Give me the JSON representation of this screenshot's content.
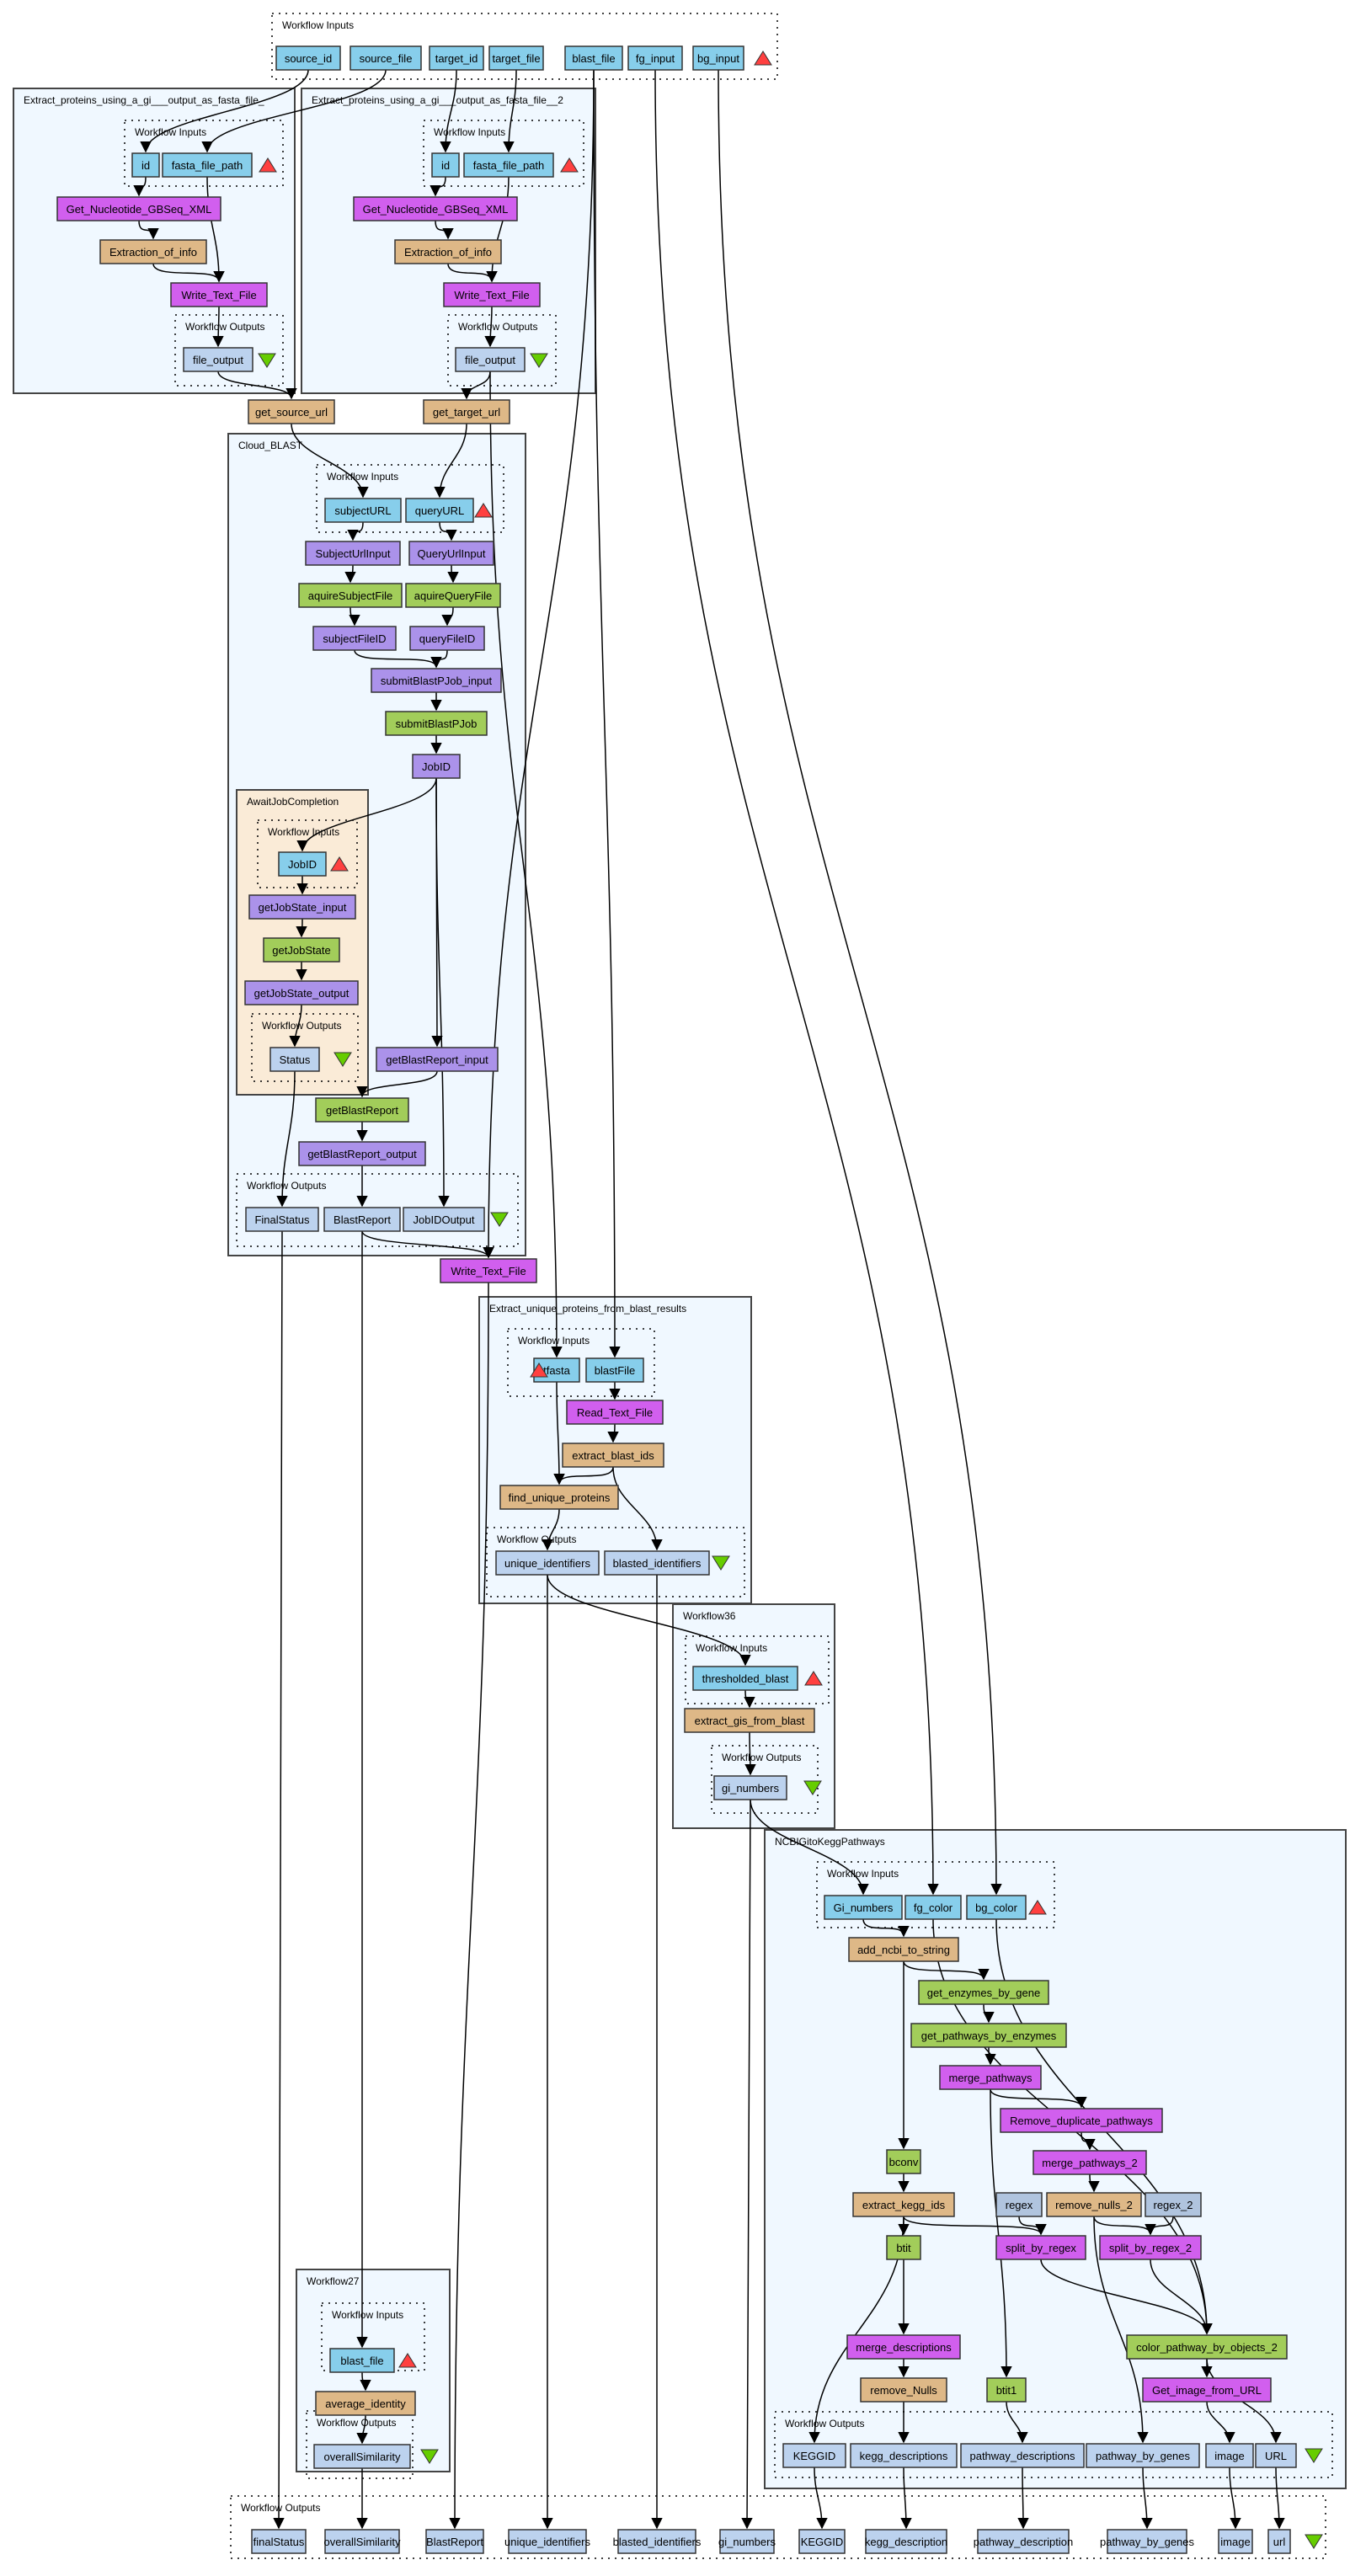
{
  "colors": {
    "input": "#87ceeb",
    "output": "#bcd2ee",
    "beanshell": "#deb887",
    "local": "#d15fee",
    "wsdl": "#a2cd5a",
    "xml": "#ab92ea",
    "constant": "#b0c4de",
    "cluster_bg": "#f0f8ff",
    "await_bg": "#faebd7",
    "input_triangle": "#ff4040",
    "output_triangle": "#66cd00"
  },
  "clusters": [
    {
      "id": "top_inputs",
      "label": "Workflow Inputs"
    },
    {
      "id": "ep1",
      "label": "Extract_proteins_using_a_gi___output_as_fasta_file_"
    },
    {
      "id": "ep1_in",
      "label": "Workflow Inputs"
    },
    {
      "id": "ep1_out",
      "label": "Workflow Outputs"
    },
    {
      "id": "ep2",
      "label": "Extract_proteins_using_a_gi___output_as_fasta_file__2"
    },
    {
      "id": "ep2_in",
      "label": "Workflow Inputs"
    },
    {
      "id": "ep2_out",
      "label": "Workflow Outputs"
    },
    {
      "id": "cb",
      "label": "Cloud_BLAST"
    },
    {
      "id": "cb_in",
      "label": "Workflow Inputs"
    },
    {
      "id": "await",
      "label": "AwaitJobCompletion"
    },
    {
      "id": "await_in",
      "label": "Workflow Inputs"
    },
    {
      "id": "await_out",
      "label": "Workflow Outputs"
    },
    {
      "id": "cb_out",
      "label": "Workflow Outputs"
    },
    {
      "id": "eu",
      "label": "Extract_unique_proteins_from_blast_results"
    },
    {
      "id": "eu_in",
      "label": "Workflow Inputs"
    },
    {
      "id": "eu_out",
      "label": "Workflow Outputs"
    },
    {
      "id": "w36",
      "label": "Workflow36"
    },
    {
      "id": "w36_in",
      "label": "Workflow Inputs"
    },
    {
      "id": "w36_out",
      "label": "Workflow Outputs"
    },
    {
      "id": "kegg",
      "label": "NCBIGitoKeggPathways"
    },
    {
      "id": "kegg_in",
      "label": "Workflow Inputs"
    },
    {
      "id": "kegg_out",
      "label": "Workflow Outputs"
    },
    {
      "id": "w27",
      "label": "Workflow27"
    },
    {
      "id": "w27_in",
      "label": "Workflow Inputs"
    },
    {
      "id": "w27_out",
      "label": "Workflow Outputs"
    },
    {
      "id": "bottom_outputs",
      "label": "Workflow Outputs"
    }
  ],
  "nodes": [
    {
      "id": "source_id",
      "label": "source_id",
      "type": "input"
    },
    {
      "id": "source_file",
      "label": "source_file",
      "type": "input"
    },
    {
      "id": "target_id",
      "label": "target_id",
      "type": "input"
    },
    {
      "id": "target_file",
      "label": "target_file",
      "type": "input"
    },
    {
      "id": "blast_file",
      "label": "blast_file",
      "type": "input"
    },
    {
      "id": "fg_input",
      "label": "fg_input",
      "type": "input"
    },
    {
      "id": "bg_input",
      "label": "bg_input",
      "type": "input"
    },
    {
      "id": "ep1_id",
      "label": "id",
      "type": "input"
    },
    {
      "id": "ep1_fasta",
      "label": "fasta_file_path",
      "type": "input"
    },
    {
      "id": "ep1_get",
      "label": "Get_Nucleotide_GBSeq_XML",
      "type": "local"
    },
    {
      "id": "ep1_extr",
      "label": "Extraction_of_info",
      "type": "beanshell"
    },
    {
      "id": "ep1_write",
      "label": "Write_Text_File",
      "type": "local"
    },
    {
      "id": "ep1_fo",
      "label": "file_output",
      "type": "output"
    },
    {
      "id": "ep2_id",
      "label": "id",
      "type": "input"
    },
    {
      "id": "ep2_fasta",
      "label": "fasta_file_path",
      "type": "input"
    },
    {
      "id": "ep2_get",
      "label": "Get_Nucleotide_GBSeq_XML",
      "type": "local"
    },
    {
      "id": "ep2_extr",
      "label": "Extraction_of_info",
      "type": "beanshell"
    },
    {
      "id": "ep2_write",
      "label": "Write_Text_File",
      "type": "local"
    },
    {
      "id": "ep2_fo",
      "label": "file_output",
      "type": "output"
    },
    {
      "id": "get_source_url",
      "label": "get_source_url",
      "type": "beanshell"
    },
    {
      "id": "get_target_url",
      "label": "get_target_url",
      "type": "beanshell"
    },
    {
      "id": "cb_subjectURL",
      "label": "subjectURL",
      "type": "input"
    },
    {
      "id": "cb_queryURL",
      "label": "queryURL",
      "type": "input"
    },
    {
      "id": "cb_SubjectUrlInput",
      "label": "SubjectUrlInput",
      "type": "xml"
    },
    {
      "id": "cb_QueryUrlInput",
      "label": "QueryUrlInput",
      "type": "xml"
    },
    {
      "id": "cb_aquireSubjectFile",
      "label": "aquireSubjectFile",
      "type": "wsdl"
    },
    {
      "id": "cb_aquireQueryFile",
      "label": "aquireQueryFile",
      "type": "wsdl"
    },
    {
      "id": "cb_subjectFileID",
      "label": "subjectFileID",
      "type": "xml"
    },
    {
      "id": "cb_queryFileID",
      "label": "queryFileID",
      "type": "xml"
    },
    {
      "id": "cb_submitInput",
      "label": "submitBlastPJob_input",
      "type": "xml"
    },
    {
      "id": "cb_submit",
      "label": "submitBlastPJob",
      "type": "wsdl"
    },
    {
      "id": "cb_JobID",
      "label": "JobID",
      "type": "xml"
    },
    {
      "id": "aw_JobID",
      "label": "JobID",
      "type": "input"
    },
    {
      "id": "aw_gjsi",
      "label": "getJobState_input",
      "type": "xml"
    },
    {
      "id": "aw_gjs",
      "label": "getJobState",
      "type": "wsdl"
    },
    {
      "id": "aw_gjso",
      "label": "getJobState_output",
      "type": "xml"
    },
    {
      "id": "aw_Status",
      "label": "Status",
      "type": "output"
    },
    {
      "id": "cb_gbri",
      "label": "getBlastReport_input",
      "type": "xml"
    },
    {
      "id": "cb_gbr",
      "label": "getBlastReport",
      "type": "wsdl"
    },
    {
      "id": "cb_gbro",
      "label": "getBlastReport_output",
      "type": "xml"
    },
    {
      "id": "cb_FinalStatus",
      "label": "FinalStatus",
      "type": "output"
    },
    {
      "id": "cb_BlastReport",
      "label": "BlastReport",
      "type": "output"
    },
    {
      "id": "cb_JobIDOutput",
      "label": "JobIDOutput",
      "type": "output"
    },
    {
      "id": "top_write",
      "label": "Write_Text_File",
      "type": "local"
    },
    {
      "id": "eu_tfasta",
      "label": "tfasta",
      "type": "input"
    },
    {
      "id": "eu_blastFile",
      "label": "blastFile",
      "type": "input"
    },
    {
      "id": "eu_read",
      "label": "Read_Text_File",
      "type": "local"
    },
    {
      "id": "eu_extract",
      "label": "extract_blast_ids",
      "type": "beanshell"
    },
    {
      "id": "eu_find",
      "label": "find_unique_proteins",
      "type": "beanshell"
    },
    {
      "id": "eu_unique",
      "label": "unique_identifiers",
      "type": "output"
    },
    {
      "id": "eu_blasted",
      "label": "blasted_identifiers",
      "type": "output"
    },
    {
      "id": "w36_tb",
      "label": "thresholded_blast",
      "type": "input"
    },
    {
      "id": "w36_extract",
      "label": "extract_gis_from_blast",
      "type": "beanshell"
    },
    {
      "id": "w36_gi",
      "label": "gi_numbers",
      "type": "output"
    },
    {
      "id": "k_Gi",
      "label": "Gi_numbers",
      "type": "input"
    },
    {
      "id": "k_fg",
      "label": "fg_color",
      "type": "input"
    },
    {
      "id": "k_bg",
      "label": "bg_color",
      "type": "input"
    },
    {
      "id": "k_add",
      "label": "add_ncbi_to_string",
      "type": "beanshell"
    },
    {
      "id": "k_enz",
      "label": "get_enzymes_by_gene",
      "type": "wsdl"
    },
    {
      "id": "k_pbe",
      "label": "get_pathways_by_enzymes",
      "type": "wsdl"
    },
    {
      "id": "k_merge",
      "label": "merge_pathways",
      "type": "local"
    },
    {
      "id": "k_rdp",
      "label": "Remove_duplicate_pathways",
      "type": "local"
    },
    {
      "id": "k_merge2",
      "label": "merge_pathways_2",
      "type": "local"
    },
    {
      "id": "k_bconv",
      "label": "bconv",
      "type": "wsdl"
    },
    {
      "id": "k_ekid",
      "label": "extract_kegg_ids",
      "type": "beanshell"
    },
    {
      "id": "k_regex",
      "label": "regex",
      "type": "constant"
    },
    {
      "id": "k_rn2",
      "label": "remove_nulls_2",
      "type": "beanshell"
    },
    {
      "id": "k_regex2",
      "label": "regex_2",
      "type": "constant"
    },
    {
      "id": "k_btit",
      "label": "btit",
      "type": "wsdl"
    },
    {
      "id": "k_sbr",
      "label": "split_by_regex",
      "type": "local"
    },
    {
      "id": "k_sbr2",
      "label": "split_by_regex_2",
      "type": "local"
    },
    {
      "id": "k_color",
      "label": "color_pathway_by_objects_2",
      "type": "wsdl"
    },
    {
      "id": "k_md",
      "label": "merge_descriptions",
      "type": "local"
    },
    {
      "id": "k_img",
      "label": "Get_image_from_URL",
      "type": "local"
    },
    {
      "id": "k_rN",
      "label": "remove_Nulls",
      "type": "beanshell"
    },
    {
      "id": "k_btit1",
      "label": "btit1",
      "type": "wsdl"
    },
    {
      "id": "k_o_KEGGID",
      "label": "KEGGID",
      "type": "output"
    },
    {
      "id": "k_o_kd",
      "label": "kegg_descriptions",
      "type": "output"
    },
    {
      "id": "k_o_pd",
      "label": "pathway_descriptions",
      "type": "output"
    },
    {
      "id": "k_o_pbg",
      "label": "pathway_by_genes",
      "type": "output"
    },
    {
      "id": "k_o_image",
      "label": "image",
      "type": "output"
    },
    {
      "id": "k_o_URL",
      "label": "URL",
      "type": "output"
    },
    {
      "id": "w27_bf",
      "label": "blast_file",
      "type": "input"
    },
    {
      "id": "w27_ai",
      "label": "average_identity",
      "type": "beanshell"
    },
    {
      "id": "w27_os",
      "label": "overallSimilarity",
      "type": "output"
    },
    {
      "id": "o_finalStatus",
      "label": "finalStatus",
      "type": "output"
    },
    {
      "id": "o_overallSimilarity",
      "label": "overallSimilarity",
      "type": "output"
    },
    {
      "id": "o_BlastReport",
      "label": "BlastReport",
      "type": "output"
    },
    {
      "id": "o_unique",
      "label": "unique_identifiers",
      "type": "output"
    },
    {
      "id": "o_blasted",
      "label": "blasted_identifiers",
      "type": "output"
    },
    {
      "id": "o_gi",
      "label": "gi_numbers",
      "type": "output"
    },
    {
      "id": "o_KEGGID",
      "label": "KEGGID",
      "type": "output"
    },
    {
      "id": "o_kegg_description",
      "label": "kegg_description",
      "type": "output"
    },
    {
      "id": "o_pathway_description",
      "label": "pathway_description",
      "type": "output"
    },
    {
      "id": "o_pathway_by_genes",
      "label": "pathway_by_genes",
      "type": "output"
    },
    {
      "id": "o_image",
      "label": "image",
      "type": "output"
    },
    {
      "id": "o_url",
      "label": "url",
      "type": "output"
    }
  ],
  "edges": [
    [
      "source_id",
      "ep1_id"
    ],
    [
      "source_file",
      "ep1_fasta"
    ],
    [
      "target_id",
      "ep2_id"
    ],
    [
      "target_file",
      "ep2_fasta"
    ],
    [
      "ep1_id",
      "ep1_get"
    ],
    [
      "ep1_get",
      "ep1_extr"
    ],
    [
      "ep1_extr",
      "ep1_write"
    ],
    [
      "ep1_fasta",
      "ep1_write"
    ],
    [
      "ep1_write",
      "ep1_fo"
    ],
    [
      "ep2_id",
      "ep2_get"
    ],
    [
      "ep2_get",
      "ep2_extr"
    ],
    [
      "ep2_extr",
      "ep2_write"
    ],
    [
      "ep2_fasta",
      "ep2_write"
    ],
    [
      "ep2_write",
      "ep2_fo"
    ],
    [
      "ep1_fo",
      "get_source_url"
    ],
    [
      "ep2_fo",
      "get_target_url"
    ],
    [
      "get_source_url",
      "cb_subjectURL"
    ],
    [
      "get_target_url",
      "cb_queryURL"
    ],
    [
      "cb_subjectURL",
      "cb_SubjectUrlInput"
    ],
    [
      "cb_queryURL",
      "cb_QueryUrlInput"
    ],
    [
      "cb_SubjectUrlInput",
      "cb_aquireSubjectFile"
    ],
    [
      "cb_QueryUrlInput",
      "cb_aquireQueryFile"
    ],
    [
      "cb_aquireSubjectFile",
      "cb_subjectFileID"
    ],
    [
      "cb_aquireQueryFile",
      "cb_queryFileID"
    ],
    [
      "cb_subjectFileID",
      "cb_submitInput"
    ],
    [
      "cb_queryFileID",
      "cb_submitInput"
    ],
    [
      "cb_submitInput",
      "cb_submit"
    ],
    [
      "cb_submit",
      "cb_JobID"
    ],
    [
      "cb_JobID",
      "aw_JobID"
    ],
    [
      "aw_JobID",
      "aw_gjsi"
    ],
    [
      "aw_gjsi",
      "aw_gjs"
    ],
    [
      "aw_gjs",
      "aw_gjso"
    ],
    [
      "aw_gjso",
      "aw_Status"
    ],
    [
      "cb_JobID",
      "cb_gbri"
    ],
    [
      "cb_gbri",
      "cb_gbr"
    ],
    [
      "cb_gbr",
      "cb_gbro"
    ],
    [
      "cb_gbro",
      "cb_BlastReport"
    ],
    [
      "aw_Status",
      "cb_FinalStatus"
    ],
    [
      "cb_JobID",
      "cb_JobIDOutput"
    ],
    [
      "cb_BlastReport",
      "top_write"
    ],
    [
      "blast_file",
      "top_write"
    ],
    [
      "ep2_fo",
      "eu_tfasta"
    ],
    [
      "blast_file",
      "eu_blastFile"
    ],
    [
      "eu_blastFile",
      "eu_read"
    ],
    [
      "eu_read",
      "eu_extract"
    ],
    [
      "eu_extract",
      "eu_find"
    ],
    [
      "eu_tfasta",
      "eu_find"
    ],
    [
      "eu_find",
      "eu_unique"
    ],
    [
      "eu_extract",
      "eu_blasted"
    ],
    [
      "eu_unique",
      "w36_tb"
    ],
    [
      "w36_tb",
      "w36_extract"
    ],
    [
      "w36_extract",
      "w36_gi"
    ],
    [
      "w36_gi",
      "k_Gi"
    ],
    [
      "fg_input",
      "k_fg"
    ],
    [
      "bg_input",
      "k_bg"
    ],
    [
      "k_Gi",
      "k_add"
    ],
    [
      "k_add",
      "k_enz"
    ],
    [
      "k_enz",
      "k_pbe"
    ],
    [
      "k_pbe",
      "k_merge"
    ],
    [
      "k_merge",
      "k_rdp"
    ],
    [
      "k_rdp",
      "k_merge2"
    ],
    [
      "k_merge2",
      "k_rn2"
    ],
    [
      "k_add",
      "k_bconv"
    ],
    [
      "k_bconv",
      "k_ekid"
    ],
    [
      "k_ekid",
      "k_btit"
    ],
    [
      "k_ekid",
      "k_sbr"
    ],
    [
      "k_regex",
      "k_sbr"
    ],
    [
      "k_rn2",
      "k_sbr2"
    ],
    [
      "k_regex2",
      "k_sbr2"
    ],
    [
      "k_sbr",
      "k_color"
    ],
    [
      "k_sbr2",
      "k_color"
    ],
    [
      "k_fg",
      "k_color"
    ],
    [
      "k_bg",
      "k_color"
    ],
    [
      "k_btit",
      "k_md"
    ],
    [
      "k_md",
      "k_rN"
    ],
    [
      "k_merge",
      "k_btit1"
    ],
    [
      "k_color",
      "k_img"
    ],
    [
      "k_ekid",
      "k_o_KEGGID"
    ],
    [
      "k_rN",
      "k_o_kd"
    ],
    [
      "k_btit1",
      "k_o_pd"
    ],
    [
      "k_rn2",
      "k_o_pbg"
    ],
    [
      "k_img",
      "k_o_image"
    ],
    [
      "k_color",
      "k_o_URL"
    ],
    [
      "cb_BlastReport",
      "w27_bf"
    ],
    [
      "w27_bf",
      "w27_ai"
    ],
    [
      "w27_ai",
      "w27_os"
    ],
    [
      "cb_FinalStatus",
      "o_finalStatus"
    ],
    [
      "w27_os",
      "o_overallSimilarity"
    ],
    [
      "top_write",
      "o_BlastReport"
    ],
    [
      "eu_unique",
      "o_unique"
    ],
    [
      "eu_blasted",
      "o_blasted"
    ],
    [
      "w36_gi",
      "o_gi"
    ],
    [
      "k_o_KEGGID",
      "o_KEGGID"
    ],
    [
      "k_o_kd",
      "o_kegg_description"
    ],
    [
      "k_o_pd",
      "o_pathway_description"
    ],
    [
      "k_o_pbg",
      "o_pathway_by_genes"
    ],
    [
      "k_o_image",
      "o_image"
    ],
    [
      "k_o_URL",
      "o_url"
    ]
  ]
}
